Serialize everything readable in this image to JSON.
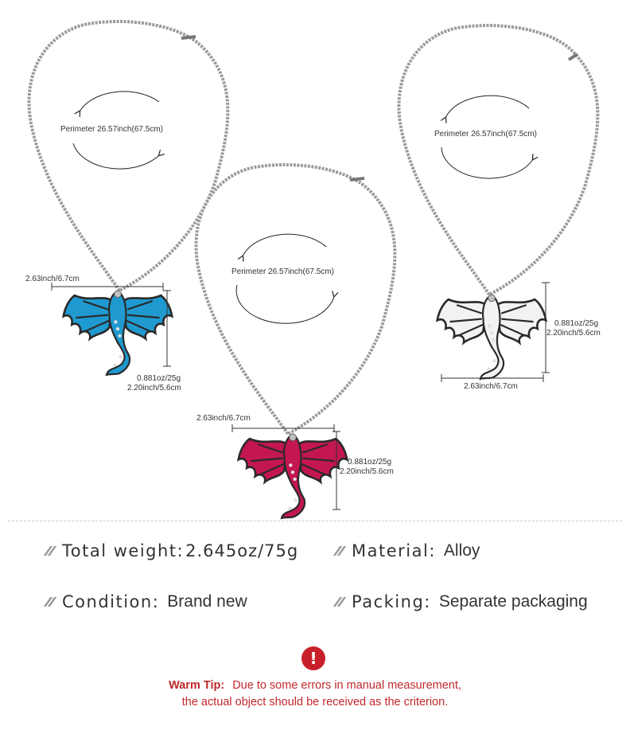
{
  "colors": {
    "blue_enamel": "#1f9ad0",
    "red_enamel": "#c4164f",
    "white_enamel": "#f2f2f2",
    "warning_red": "#c8202a"
  },
  "necklaces": [
    {
      "color": "blue",
      "perimeter": "Perimeter 26.57inch(67.5cm)",
      "width": "2.63inch/6.7cm",
      "weight": "0.881oz/25g",
      "height": "2.20inch/5.6cm"
    },
    {
      "color": "red",
      "perimeter": "Perimeter 26.57inch(67.5cm)",
      "width": "2.63inch/6.7cm",
      "weight": "0.881oz/25g",
      "height": "2.20inch/5.6cm"
    },
    {
      "color": "white",
      "perimeter": "Perimeter 26.57inch(67.5cm)",
      "width": "2.63inch/6.7cm",
      "weight": "0.881oz/25g",
      "height": "2.20inch/5.6cm"
    }
  ],
  "specs": {
    "total_weight_label": "Total weight:",
    "total_weight_value": "2.645oz/75g",
    "material_label": "Material:",
    "material_value": "Alloy",
    "condition_label": "Condition:",
    "condition_value": "Brand new",
    "packing_label": "Packing:",
    "packing_value": "Separate packaging"
  },
  "warm_tip": {
    "icon": "exclamation-icon",
    "label": "Warm Tip:",
    "line1": "Due to some errors in manual measurement,",
    "line2": "the actual object should be received as the criterion."
  }
}
